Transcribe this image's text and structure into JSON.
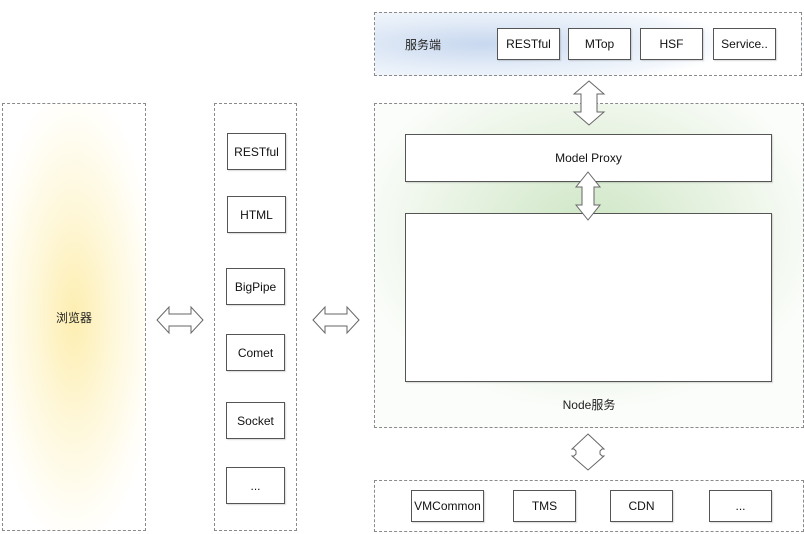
{
  "browser": {
    "label": "浏览器"
  },
  "protocols": {
    "items": [
      "RESTful",
      "HTML",
      "BigPipe",
      "Comet",
      "Socket",
      "..."
    ]
  },
  "server": {
    "label": "服务端",
    "items": [
      "RESTful",
      "MTop",
      "HSF",
      "Service.."
    ]
  },
  "node": {
    "label": "Node服务",
    "model_proxy": "Model Proxy",
    "inner_content": ""
  },
  "backend": {
    "items": [
      "VMCommon",
      "TMS",
      "CDN",
      "..."
    ]
  },
  "colors": {
    "browser_glow": "#fdf0b8",
    "server_glow": "#c9d8ef",
    "node_glow": "#cfe8c7",
    "border": "#555555"
  },
  "icons": [
    "double-arrow-horizontal",
    "double-arrow-vertical"
  ]
}
